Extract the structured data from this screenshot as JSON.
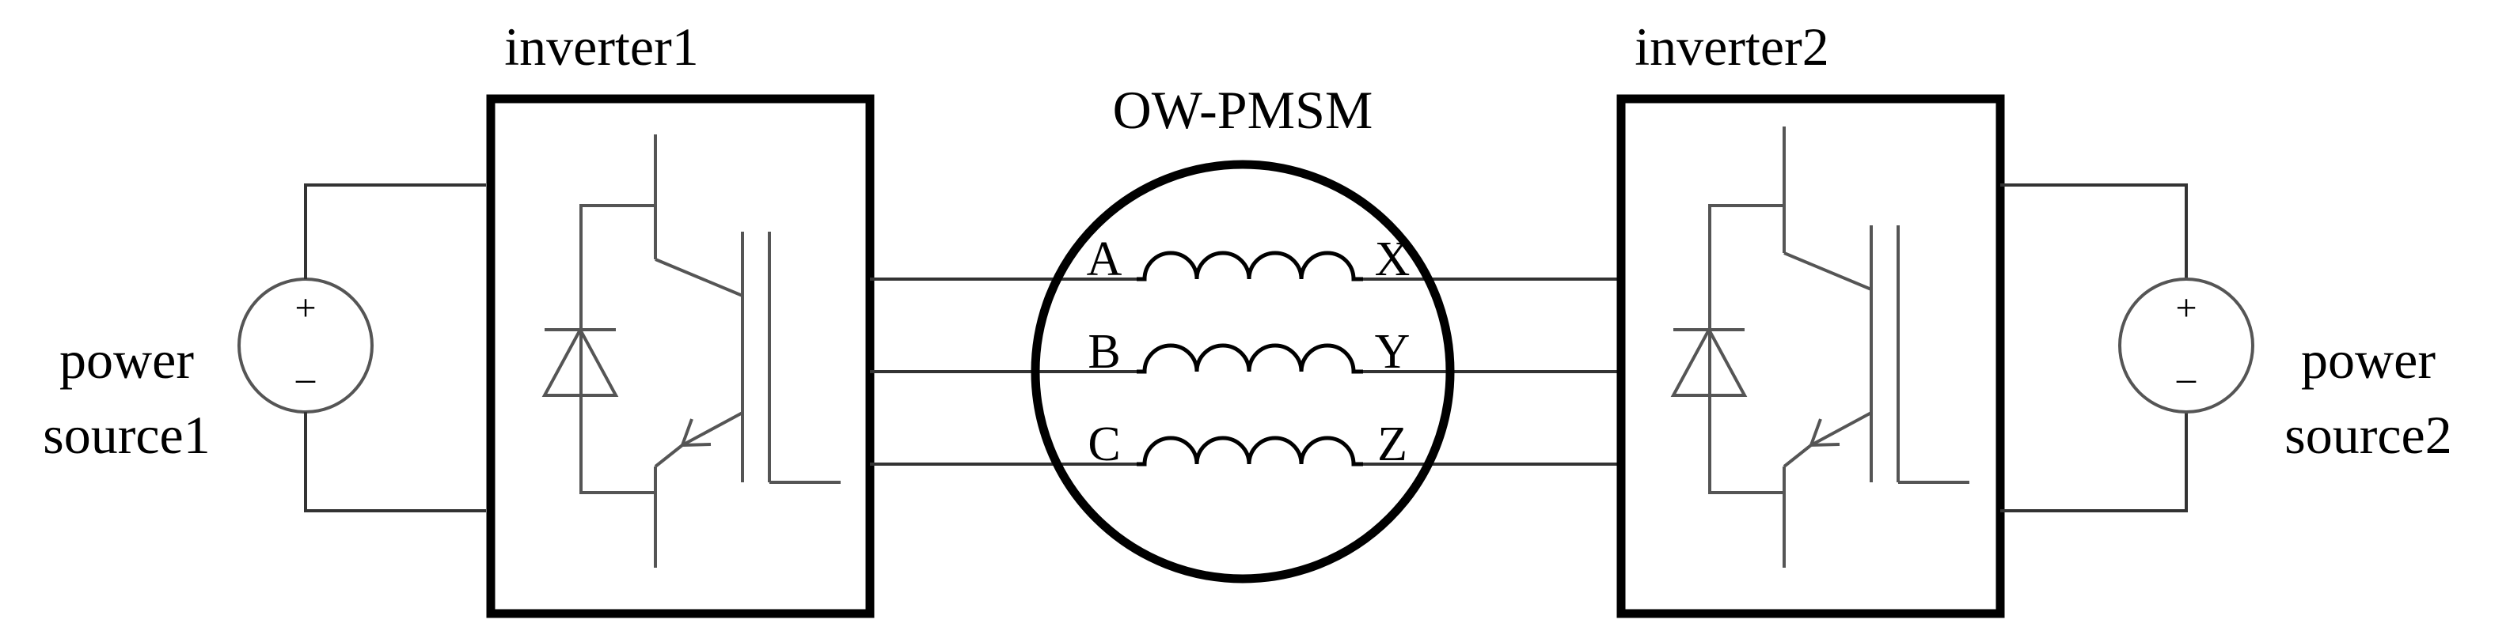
{
  "diagram": {
    "inverter1_label": "inverter1",
    "inverter2_label": "inverter2",
    "motor_label": "OW-PMSM",
    "source1_line1": "power",
    "source1_line2": "source1",
    "source2_line1": "power",
    "source2_line2": "source2",
    "plus_sign": "+",
    "minus_sign": "_",
    "phase_left": [
      "A",
      "B",
      "C"
    ],
    "phase_right": [
      "X",
      "Y",
      "Z"
    ]
  }
}
